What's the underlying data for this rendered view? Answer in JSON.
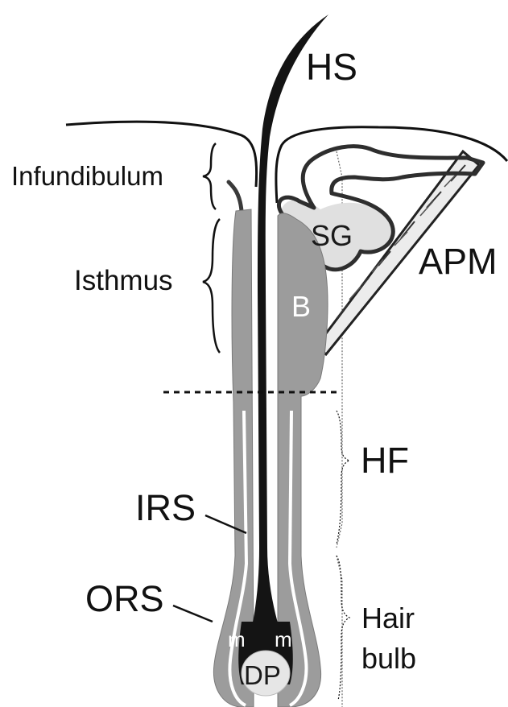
{
  "colors": {
    "hair_shaft": "#141414",
    "sheath": "#9a9a9a",
    "light_fill": "#dcdcdc",
    "outline": "#3a3a3a",
    "background": "#ffffff"
  },
  "labels": {
    "hs": "HS",
    "infundibulum": "Infundibulum",
    "isthmus": "Isthmus",
    "sg": "SG",
    "apm": "APM",
    "b": "B",
    "hf": "HF",
    "irs": "IRS",
    "ors": "ORS",
    "hair_bulb_line1": "Hair",
    "hair_bulb_line2": "bulb",
    "m_left": "m",
    "m_right": "m",
    "dp": "DP"
  }
}
